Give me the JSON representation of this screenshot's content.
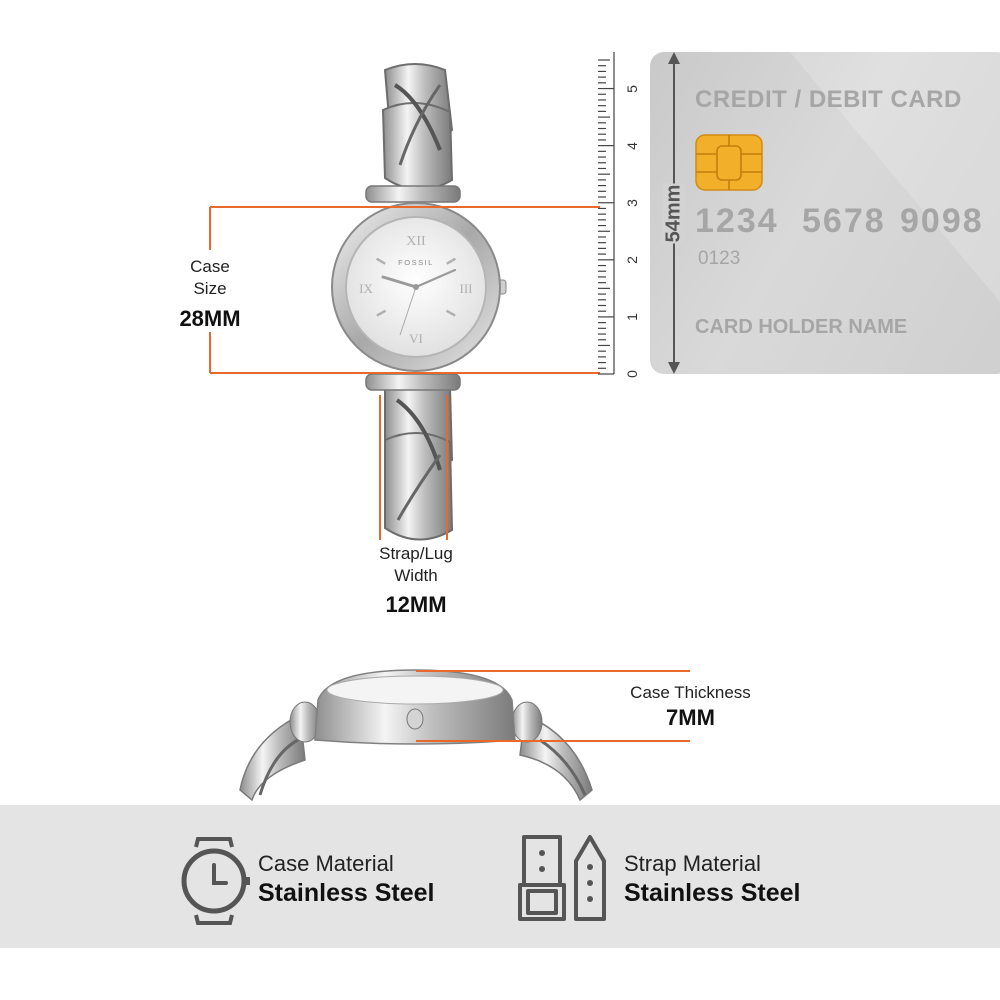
{
  "case_size": {
    "label_line1": "Case",
    "label_line2": "Size",
    "value": "28MM"
  },
  "strap_width": {
    "label_line1": "Strap/Lug",
    "label_line2": "Width",
    "value": "12MM"
  },
  "case_thickness": {
    "label": "Case Thickness",
    "value": "7MM"
  },
  "ruler": {
    "ticks": [
      "0",
      "1",
      "2",
      "3",
      "4",
      "5"
    ]
  },
  "card": {
    "title": "CREDIT / DEBIT CARD",
    "height_label": "54mm",
    "number_groups": [
      "1234",
      "5678",
      "9098"
    ],
    "small_number": "0123",
    "holder": "CARD HOLDER NAME"
  },
  "watch": {
    "brand": "FOSSIL"
  },
  "features": [
    {
      "icon": "watch-icon",
      "label": "Case Material",
      "value": "Stainless Steel"
    },
    {
      "icon": "strap-icon",
      "label": "Strap Material",
      "value": "Stainless Steel"
    }
  ],
  "colors": {
    "accent": "#e8692e",
    "card": "#d3d3d3",
    "band": "#e4e4e4",
    "chip": "#f2b02a"
  }
}
